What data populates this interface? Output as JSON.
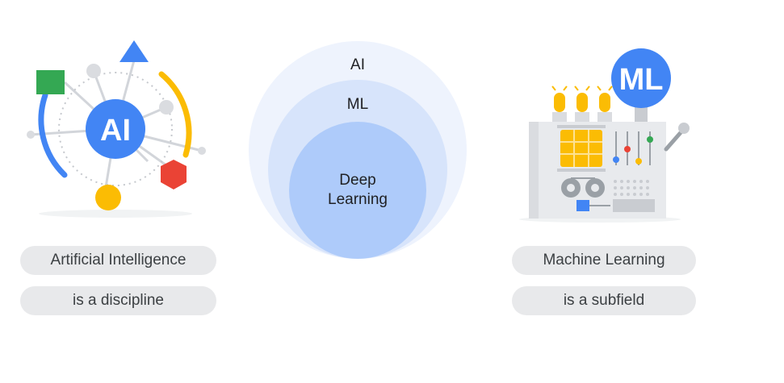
{
  "left": {
    "icon": {
      "badge_label": "AI",
      "icon_name": "ai-network-icon"
    },
    "caption_line1": "Artificial Intelligence",
    "caption_line2": "is a discipline"
  },
  "center": {
    "rings": [
      {
        "label": "AI"
      },
      {
        "label": "ML"
      },
      {
        "label_line1": "Deep",
        "label_line2": "Learning"
      }
    ],
    "colors": {
      "outer": "#eef3fd",
      "middle": "#d7e4fb",
      "inner": "#aecbfa"
    }
  },
  "right": {
    "icon": {
      "badge_label": "ML",
      "icon_name": "ml-machine-icon"
    },
    "caption_line1": "Machine Learning",
    "caption_line2": "is a subfield"
  },
  "colors": {
    "blue": "#4285f4",
    "red": "#ea4335",
    "yellow": "#fbbc04",
    "green": "#34a853",
    "grey": "#dadce0"
  }
}
